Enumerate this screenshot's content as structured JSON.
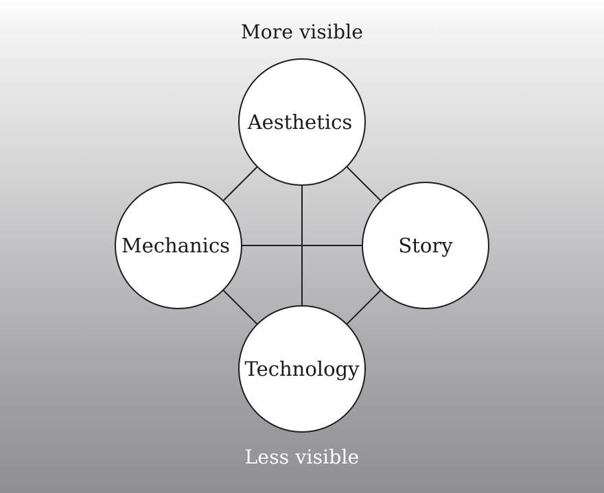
{
  "labels": {
    "top": "More visible",
    "bottom": "Less visible"
  },
  "nodes": {
    "aesthetics": "Aesthetics",
    "mechanics": "Mechanics",
    "story": "Story",
    "technology": "Technology"
  },
  "colors": {
    "circle_fill": "#ffffff",
    "stroke": "#1e1e1e",
    "text": "#1b1b1b",
    "bottom_text": "#ffffff"
  }
}
